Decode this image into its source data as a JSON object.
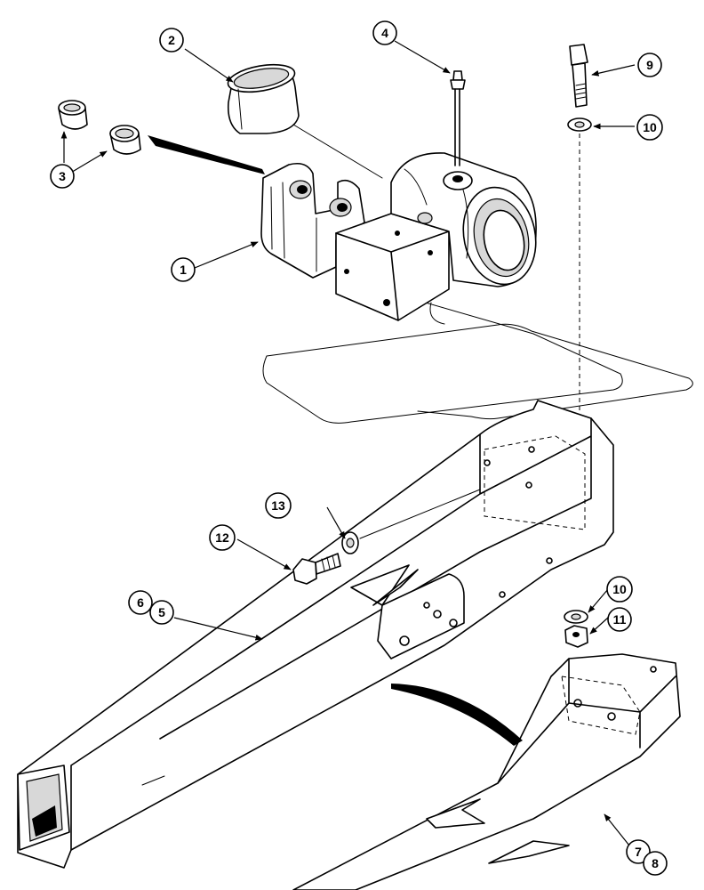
{
  "callouts": [
    {
      "id": "c1",
      "label": "1"
    },
    {
      "id": "c2",
      "label": "2"
    },
    {
      "id": "c3",
      "label": "3"
    },
    {
      "id": "c4",
      "label": "4"
    },
    {
      "id": "c5",
      "label": "5"
    },
    {
      "id": "c6",
      "label": "6"
    },
    {
      "id": "c7",
      "label": "7"
    },
    {
      "id": "c8",
      "label": "8"
    },
    {
      "id": "c9",
      "label": "9"
    },
    {
      "id": "c10a",
      "label": "10"
    },
    {
      "id": "c10b",
      "label": "10"
    },
    {
      "id": "c11",
      "label": "11"
    },
    {
      "id": "c12",
      "label": "12"
    },
    {
      "id": "c13",
      "label": "13"
    }
  ]
}
